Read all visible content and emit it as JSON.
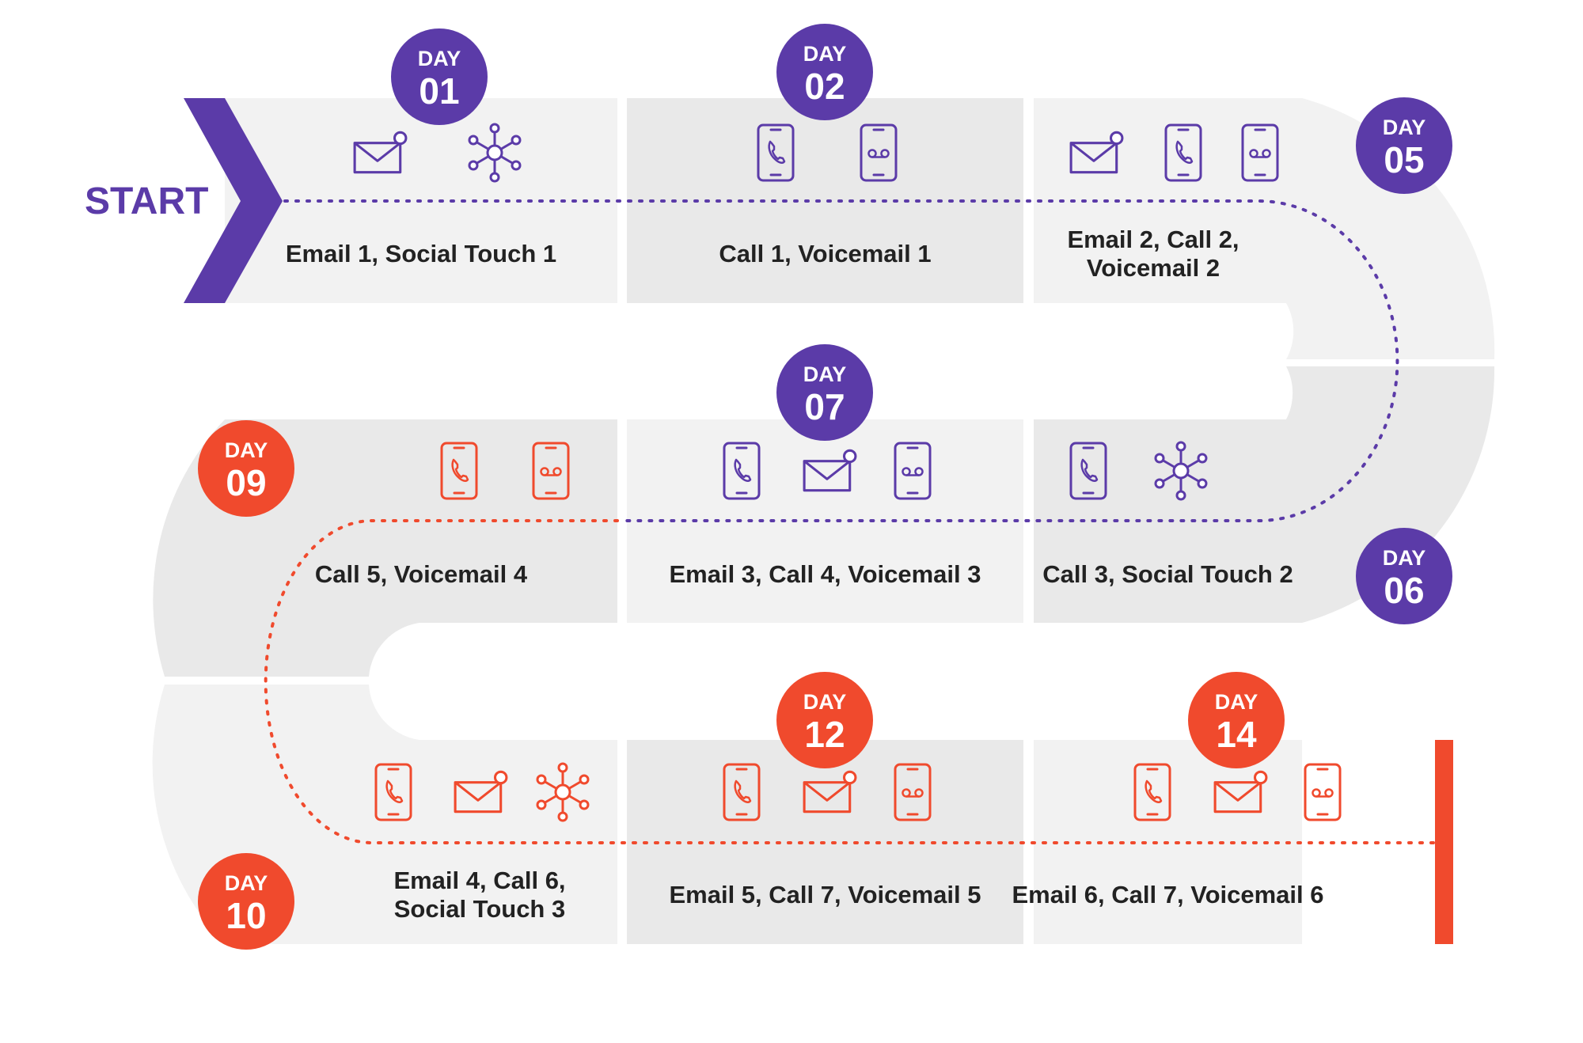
{
  "start_label": "START",
  "colors": {
    "purple": "#5B3BA8",
    "orange": "#F04A2D",
    "track_light": "#F2F2F2",
    "track_dark": "#E9E9E9",
    "text": "#222222"
  },
  "segments": [
    {
      "row": 0,
      "col": 0,
      "day_word": "DAY",
      "day": "01",
      "color": "purple",
      "label_lines": [
        "Email 1, Social Touch 1"
      ],
      "icons": [
        "email-icon",
        "social-icon"
      ]
    },
    {
      "row": 0,
      "col": 1,
      "day_word": "DAY",
      "day": "02",
      "color": "purple",
      "label_lines": [
        "Call 1, Voicemail 1"
      ],
      "icons": [
        "phone-call-icon",
        "voicemail-icon"
      ]
    },
    {
      "row": 0,
      "col": 2,
      "day_word": "DAY",
      "day": "05",
      "color": "purple",
      "label_lines": [
        "Email 2, Call 2,",
        "Voicemail 2"
      ],
      "icons": [
        "email-icon",
        "phone-call-icon",
        "voicemail-icon"
      ]
    },
    {
      "row": 1,
      "col": 2,
      "day_word": "DAY",
      "day": "06",
      "color": "purple",
      "label_lines": [
        "Call 3, Social Touch 2"
      ],
      "icons": [
        "phone-call-icon",
        "social-icon"
      ]
    },
    {
      "row": 1,
      "col": 1,
      "day_word": "DAY",
      "day": "07",
      "color": "purple",
      "label_lines": [
        "Email 3, Call 4, Voicemail 3"
      ],
      "icons": [
        "phone-call-icon",
        "email-icon",
        "voicemail-icon"
      ]
    },
    {
      "row": 1,
      "col": 0,
      "day_word": "DAY",
      "day": "09",
      "color": "orange",
      "label_lines": [
        "Call 5, Voicemail 4"
      ],
      "icons": [
        "phone-call-icon",
        "voicemail-icon"
      ]
    },
    {
      "row": 2,
      "col": 0,
      "day_word": "DAY",
      "day": "10",
      "color": "orange",
      "label_lines": [
        "Email 4, Call 6,",
        "Social Touch 3"
      ],
      "icons": [
        "phone-call-icon",
        "email-icon",
        "social-icon"
      ]
    },
    {
      "row": 2,
      "col": 1,
      "day_word": "DAY",
      "day": "12",
      "color": "orange",
      "label_lines": [
        "Email 5, Call 7, Voicemail 5"
      ],
      "icons": [
        "phone-call-icon",
        "email-icon",
        "voicemail-icon"
      ]
    },
    {
      "row": 2,
      "col": 2,
      "day_word": "DAY",
      "day": "14",
      "color": "orange",
      "label_lines": [
        "Email 6, Call 7, Voicemail 6"
      ],
      "icons": [
        "phone-call-icon",
        "email-icon",
        "voicemail-icon"
      ]
    }
  ]
}
